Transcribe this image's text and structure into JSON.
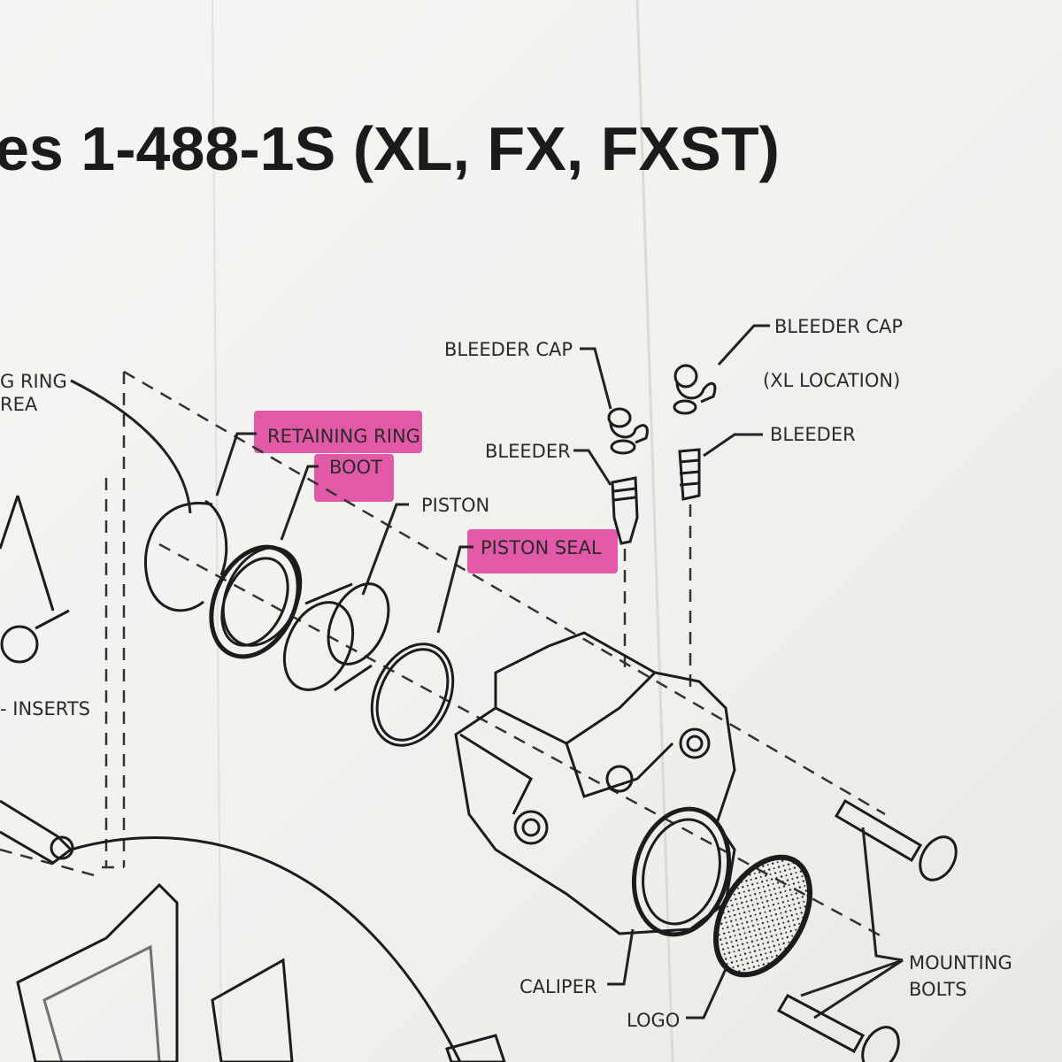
{
  "title": "es  1-488-1S (XL, FX, FXST)",
  "labels": {
    "retaining_ring_left_1": "G RING",
    "retaining_ring_left_2": "REA",
    "inserts": "- INSERTS",
    "retaining_ring": "RETAINING RING",
    "boot": "BOOT",
    "piston": "PISTON",
    "piston_seal": "PISTON SEAL",
    "bleeder_cap_left": "BLEEDER CAP",
    "bleeder_left": "BLEEDER",
    "bleeder_cap_right": "BLEEDER CAP",
    "xl_location": "(XL LOCATION)",
    "bleeder_right": "BLEEDER",
    "caliper": "CALIPER",
    "logo": "LOGO",
    "mounting_bolts_1": "MOUNTING",
    "mounting_bolts_2": "BOLTS"
  },
  "colors": {
    "paper": "#f4f3f1",
    "highlighter": "#e0489f",
    "ink": "#1c1c1c"
  }
}
